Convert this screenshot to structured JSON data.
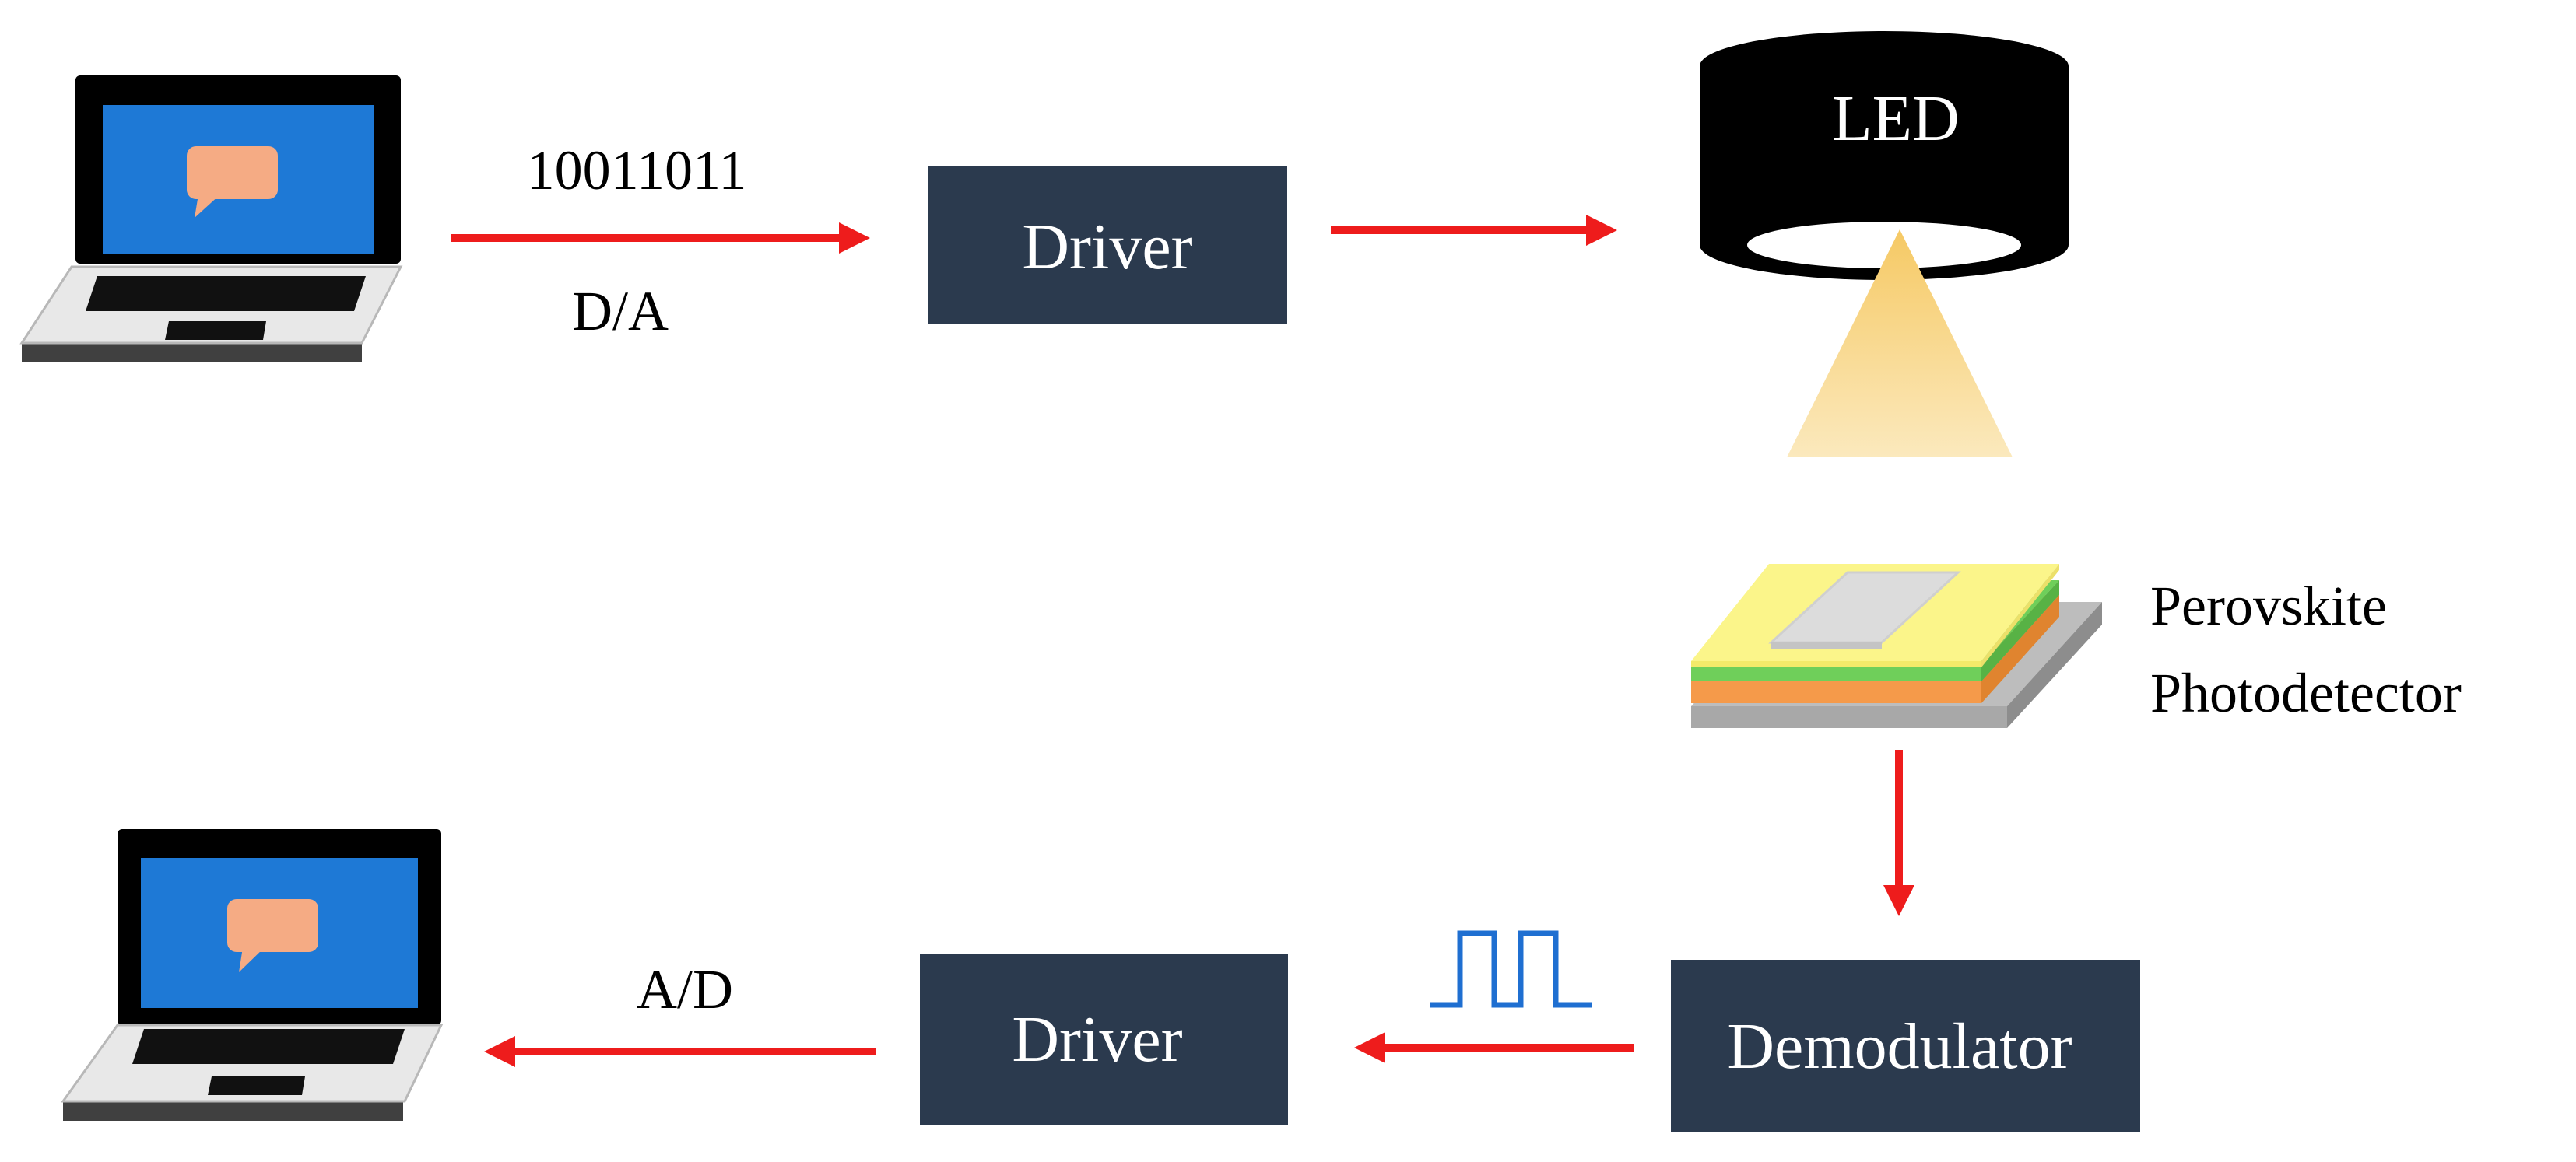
{
  "colors": {
    "box": "#2b3a4e",
    "arrow": "#ee1c1c",
    "screen": "#1e79d6",
    "bubble": "#f5ab84",
    "laptop_frame": "#000000",
    "laptop_base": "#e8e8e8",
    "light_beam": "#f7d78a",
    "signal": "#1f6fd1",
    "layer_top": "#fbf58a",
    "layer_green": "#6fcf5a",
    "layer_orange": "#f59a4a",
    "layer_substrate": "#bdbdbd",
    "electrode": "#dcdcdc"
  },
  "icons": {
    "sender_laptop": "laptop-icon",
    "receiver_laptop": "laptop-icon",
    "sender_bubble": "chat-bubble-icon",
    "receiver_bubble": "chat-bubble-icon",
    "led_lamp": "led-lamp-icon",
    "light_beam": "light-cone-icon",
    "photodetector": "photodetector-device-icon",
    "pulse": "square-wave-icon"
  },
  "transmit": {
    "bits": "10011011",
    "conversion": "D/A",
    "driver_label": "Driver"
  },
  "led": {
    "label": "LED"
  },
  "detector": {
    "label_line1": "Perovskite",
    "label_line2": "Photodetector"
  },
  "receive": {
    "demodulator_label": "Demodulator",
    "driver_label": "Driver",
    "conversion": "A/D"
  }
}
